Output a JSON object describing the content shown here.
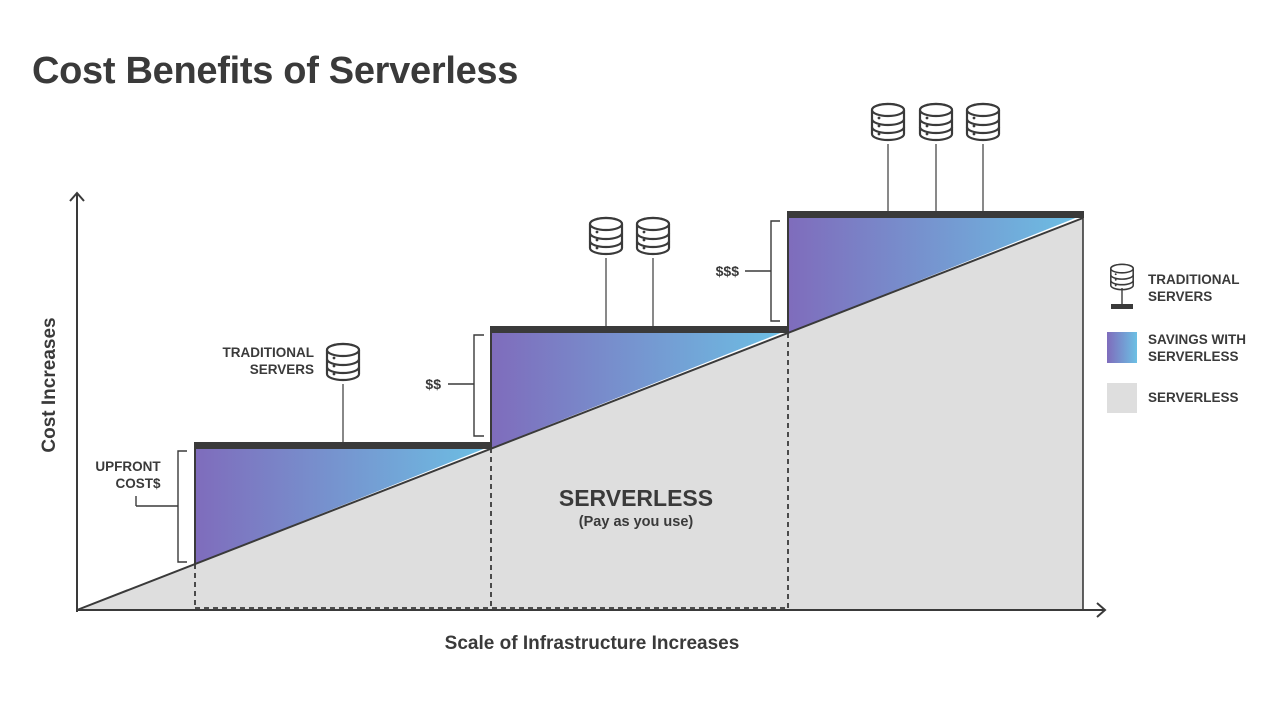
{
  "title": "Cost Benefits of Serverless",
  "axes": {
    "y_label": "Cost Increases",
    "x_label": "Scale of Infrastructure Increases"
  },
  "annotations": {
    "upfront_line1": "UPFRONT",
    "upfront_line2": "COST$",
    "traditional_line1": "TRADITIONAL",
    "traditional_line2": "SERVERS",
    "cost_step2": "$$",
    "cost_step3": "$$$",
    "serverless_title": "SERVERLESS",
    "serverless_subtitle": "(Pay as you use)"
  },
  "legend": {
    "traditional_line1": "TRADITIONAL",
    "traditional_line2": "SERVERS",
    "savings_line1": "SAVINGS WITH",
    "savings_line2": "SERVERLESS",
    "serverless": "SERVERLESS"
  },
  "steps": [
    {
      "servers": 1
    },
    {
      "servers": 2
    },
    {
      "servers": 3
    }
  ],
  "colors": {
    "text": "#3a3a3a",
    "serverless_fill": "#dedede",
    "savings_gradient_start": "#7f6cbc",
    "savings_gradient_end": "#6cc0e4",
    "step_bar": "#3a3a3a"
  }
}
